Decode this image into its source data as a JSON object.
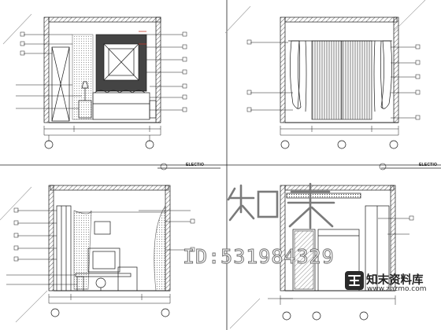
{
  "panels": [
    {
      "id": "top-left",
      "title": "ELECTIO"
    },
    {
      "id": "top-right",
      "title": "ELECTIO"
    }
  ],
  "watermark": {
    "id_text": "ID:531984329",
    "brand": "知末资料库",
    "url": "www.znzmo.com",
    "logo_glyphs": "知末"
  },
  "colors": {
    "line": "#1a1a1a",
    "hatch": "#333333",
    "accent": "#c0392b",
    "watermark": "#7a7a7a"
  }
}
